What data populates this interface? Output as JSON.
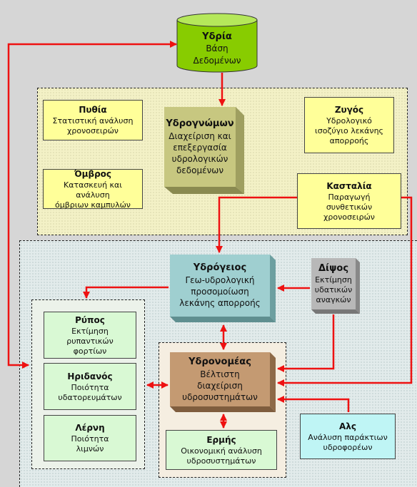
{
  "colors": {
    "arrow": "#ee1111",
    "background": "#d6d6d6",
    "ydria": "#88cc00",
    "ydrognomon": "#c7c780",
    "ydrogeios": "#9fcfd0",
    "ydronomeas": "#c49a72",
    "dipsos": "#b8b8b8",
    "yellow_box": "#ffff99",
    "green_box": "#d9f9d4",
    "cyan_box": "#bff5f5"
  },
  "nodes": {
    "ydria": {
      "title": "Υδρία",
      "desc": "Βάση\nΔεδομένων"
    },
    "pythia": {
      "title": "Πυθία",
      "desc": "Στατιστική ανάλυση\nχρονοσειρών"
    },
    "ydrognomon": {
      "title": "Υδρογνώμων",
      "desc": "Διαχείριση και\nεπεξεργασία\nυδρολογικών\nδεδομένων"
    },
    "zygos": {
      "title": "Ζυγός",
      "desc": "Υδρολογικό\nισοζύγιο λεκάνης\nαπορροής"
    },
    "omvros": {
      "title": "Όμβρος",
      "desc": "Κατασκευή και ανάλυση\nόμβριων καμπυλών"
    },
    "kastalia": {
      "title": "Κασταλία",
      "desc": "Παραγωγή\nσυνθετικών\nχρονοσειρών"
    },
    "ydrogeios": {
      "title": "Υδρόγειος",
      "desc": "Γεω-υδρολογική\nπροσομοίωση\nλεκάνης απορροής"
    },
    "dipsos": {
      "title": "Δίψος",
      "desc": "Εκτίμηση\nυδατικών\nαναγκών"
    },
    "rypos": {
      "title": "Ρύπος",
      "desc": "Εκτίμηση\nρυπαντικών\nφορτίων"
    },
    "ridanos": {
      "title": "Ηριδανός",
      "desc": "Ποιότητα\nυδατορευμάτων"
    },
    "lerni": {
      "title": "Λέρνη",
      "desc": "Ποιότητα\nλιμνών"
    },
    "ydronomeas": {
      "title": "Υδρονομέας",
      "desc": "Βέλτιστη\nδιαχείριση\nυδροσυστημάτων"
    },
    "ermis": {
      "title": "Ερμής",
      "desc": "Οικονομική ανάλυση\nυδροσυστημάτων"
    },
    "als": {
      "title": "Αλς",
      "desc": "Ανάλυση παράκτιων\nυδροφορέων"
    }
  }
}
